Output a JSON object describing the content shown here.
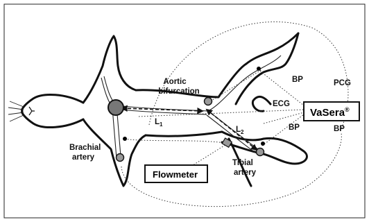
{
  "labels": {
    "aortic_bifurcation_line1": "Aortic",
    "aortic_bifurcation_line2": "bifurcation",
    "l1": "L",
    "l1_sub": "1",
    "l2": "L",
    "l2_sub": "2",
    "ecg": "ECG",
    "bp_top": "BP",
    "bp_mid": "BP",
    "bp_right": "BP",
    "pcg": "PCG",
    "brachial_line1": "Brachial",
    "brachial_line2": "artery",
    "tibial_line1": "Tibial",
    "tibial_line2": "artery"
  },
  "boxes": {
    "vasera": "VaSera",
    "vasera_mark": "®",
    "flowmeter": "Flowmeter"
  }
}
